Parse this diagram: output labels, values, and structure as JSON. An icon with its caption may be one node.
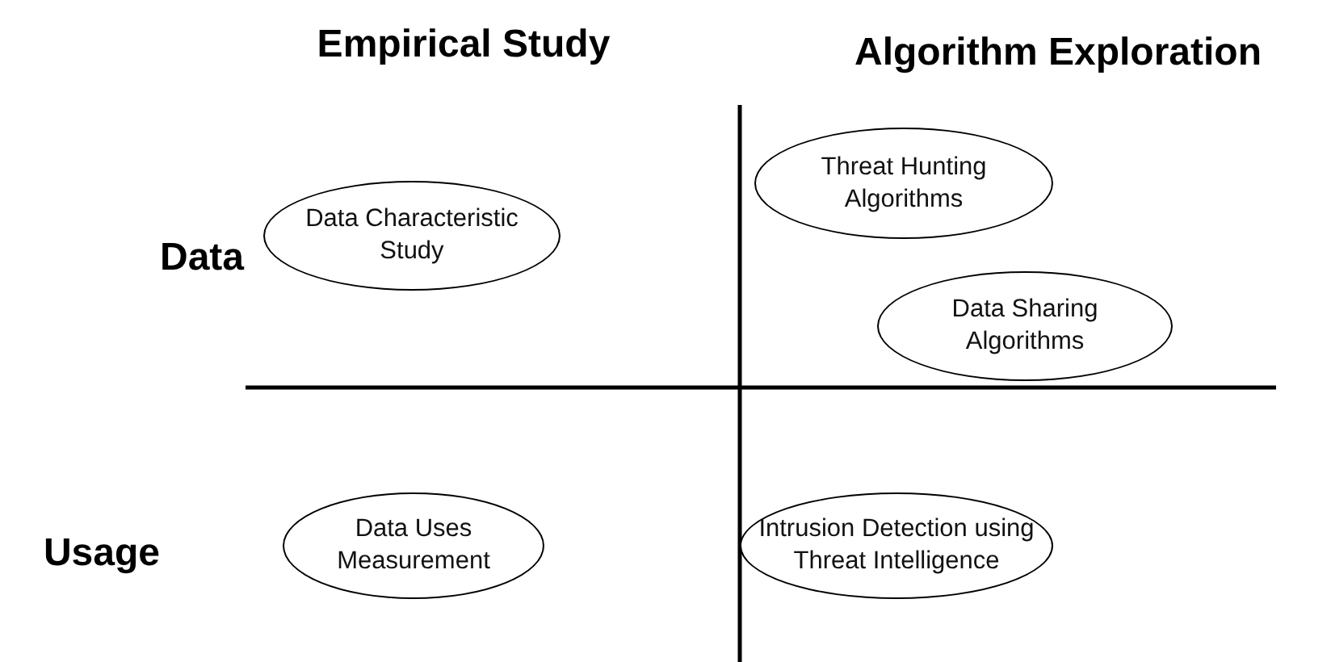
{
  "diagram": {
    "nodes": [
      {
        "text": [
          "Data Characteristic Study"
        ]
      },
      {
        "text": [
          "Threat Hunting Algorithms"
        ]
      },
      {
        "text": [
          "Data Sharing Algorithms"
        ]
      },
      {
        "text": [
          "Data Uses Measurement"
        ]
      },
      {
        "text": [
          "Intrusion Detection using Threat Intelligence"
        ]
      }
    ],
    "edges": [],
    "labels": [
      "Empirical Study",
      "Algorithm Exploration",
      "Data",
      "Usage"
    ]
  }
}
